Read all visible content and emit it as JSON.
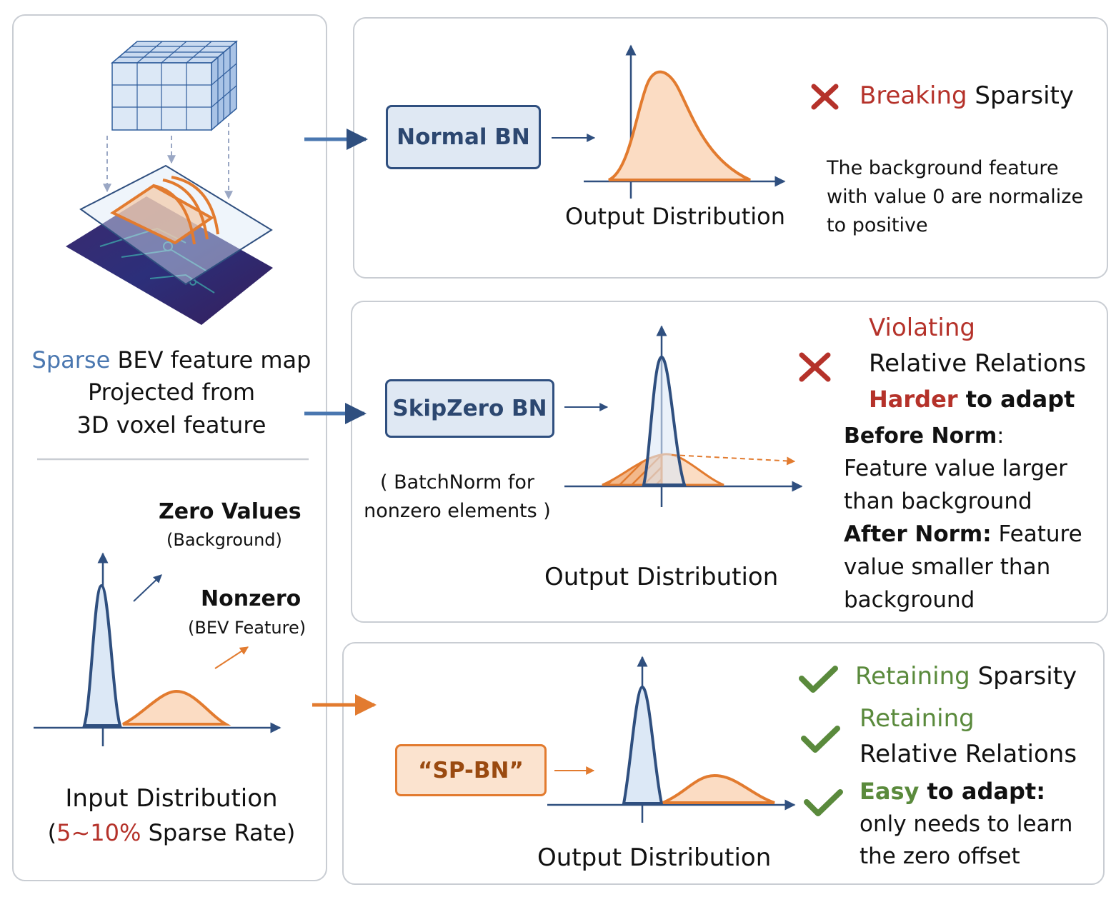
{
  "left": {
    "sparse_word": "Sparse",
    "bev_line1_rest": " BEV feature map",
    "bev_line2": "Projected from",
    "bev_line3": "3D voxel feature",
    "zero_values": "Zero Values",
    "background": "(Background)",
    "nonzero": "Nonzero",
    "bev_feature": "(BEV Feature)",
    "input_distribution": "Input Distribution",
    "sparse_rate_open": "(",
    "sparse_rate_value": "5~10%",
    "sparse_rate_rest": " Sparse Rate)"
  },
  "normal_bn": {
    "label": "Normal BN",
    "output": "Output Distribution",
    "breaking": "Breaking",
    "sparsity": " Sparsity",
    "desc1": "The background feature",
    "desc2": "with value 0 are normalize",
    "desc3": "to positive"
  },
  "skipzero_bn": {
    "label": "SkipZero BN",
    "note1": "( BatchNorm for",
    "note2": "nonzero elements )",
    "output": "Output Distribution",
    "violating": "Violating",
    "relative_relations": "Relative Relations",
    "harder": "Harder",
    "to_adapt": " to adapt",
    "before_norm": "Before Norm",
    "before_colon": ":",
    "before_desc1": "Feature value larger",
    "before_desc2": "than background",
    "after_norm": "After Norm:",
    "after_desc1": " Feature",
    "after_desc2": "value smaller than",
    "after_desc3": "background"
  },
  "sp_bn": {
    "label": "“SP-BN”",
    "output": "Output Distribution",
    "retaining1": "Retaining",
    "sparsity": " Sparsity",
    "retaining2": "Retaining",
    "relative_relations": "Relative Relations",
    "easy": "Easy",
    "to_adapt": " to adapt:",
    "desc1": "only needs to learn",
    "desc2": "the zero offset"
  },
  "colors": {
    "blue_accent": "#4a77b0",
    "orange_accent": "#e27b2f",
    "red_accent": "#b5322a",
    "green_accent": "#5a8a3c",
    "panel_border": "#c9cdd3"
  },
  "icons": {
    "cross": "red-cross-icon",
    "check": "green-check-icon",
    "cube": "voxel-cube-icon",
    "feature_map": "bev-feature-map-icon"
  }
}
